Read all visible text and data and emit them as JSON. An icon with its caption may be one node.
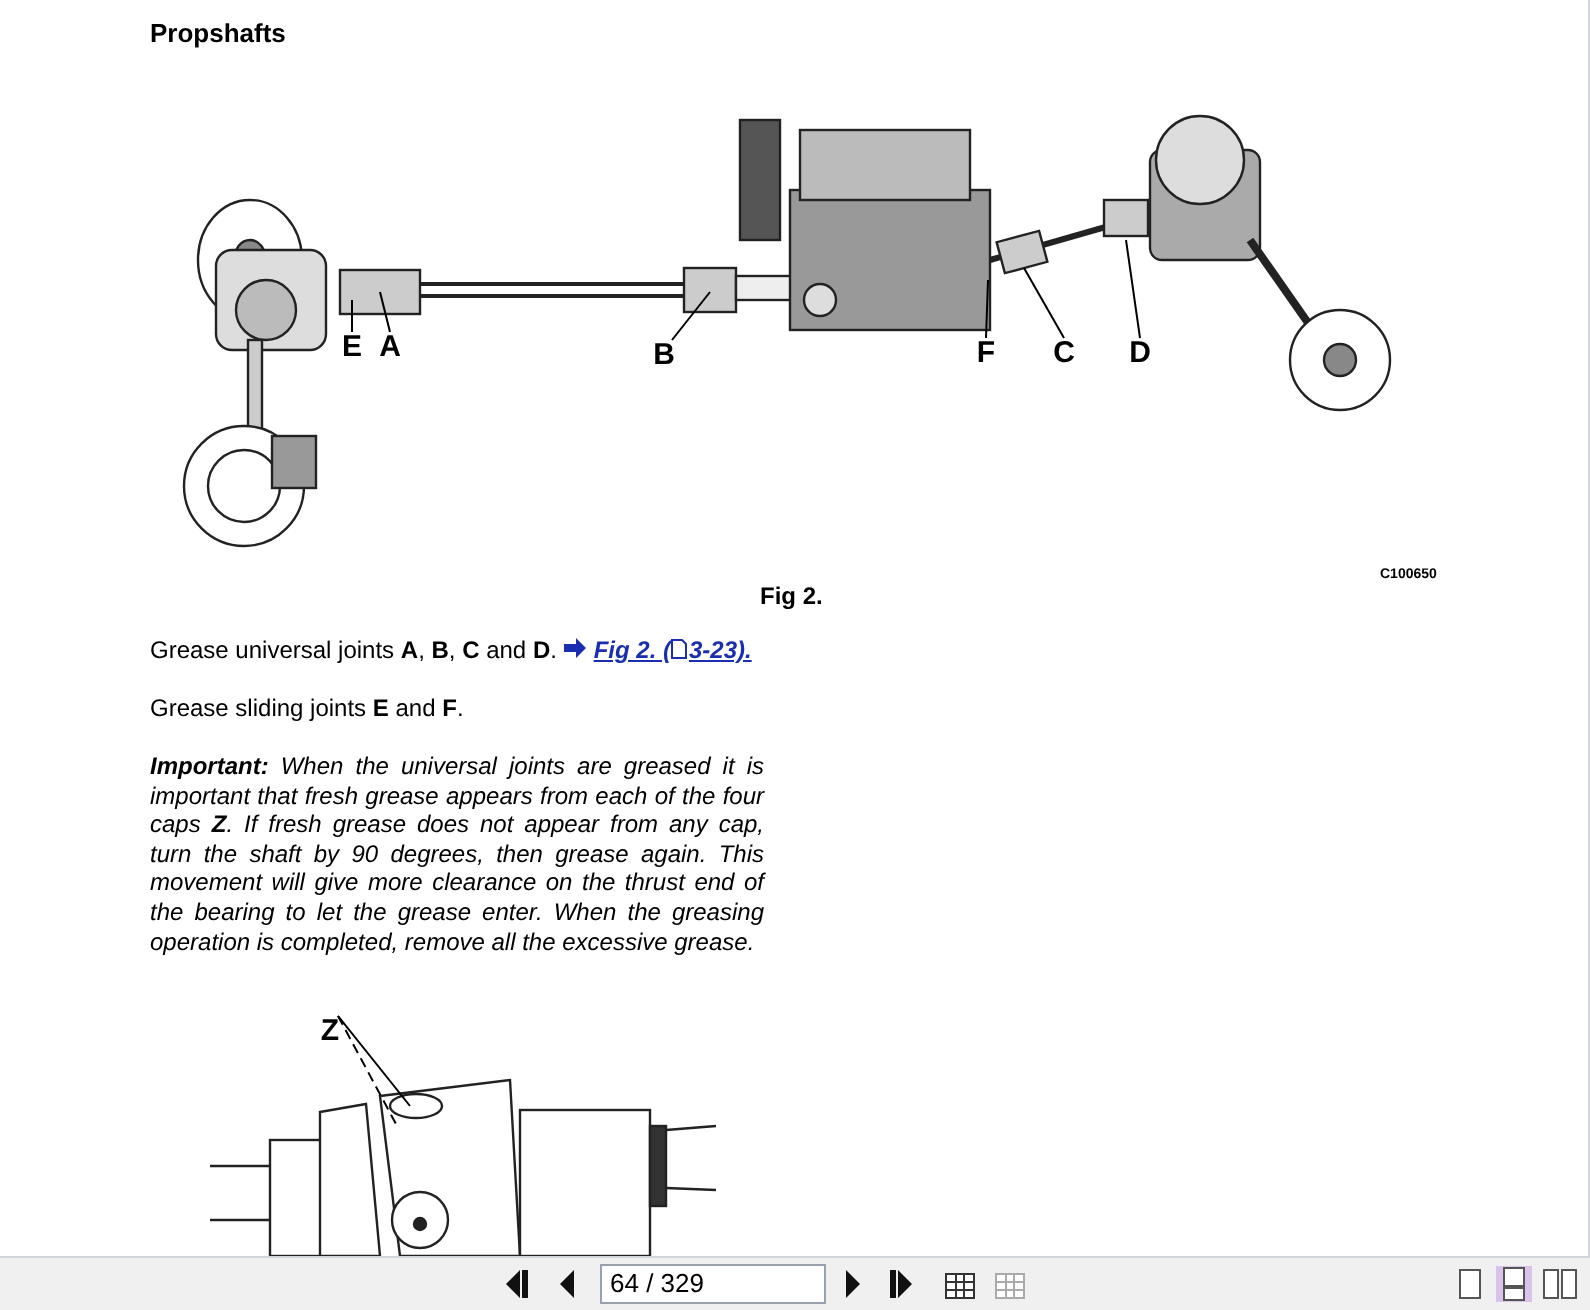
{
  "diagram": {
    "title": "Propshafts",
    "caption": "Fig 2.",
    "nodes": [
      {
        "text": [
          "E"
        ]
      },
      {
        "text": [
          "A"
        ]
      },
      {
        "text": [
          "B"
        ]
      },
      {
        "text": [
          "F"
        ]
      },
      {
        "text": [
          "C"
        ]
      },
      {
        "text": [
          "D"
        ]
      },
      {
        "text": [
          "Z"
        ]
      }
    ],
    "edges": [
      {
        "from": 0,
        "to": null,
        "arrow": "none"
      },
      {
        "from": 1,
        "to": null,
        "arrow": "none"
      },
      {
        "from": 2,
        "to": null,
        "arrow": "none"
      },
      {
        "from": 3,
        "to": null,
        "arrow": "none"
      },
      {
        "from": 4,
        "to": null,
        "arrow": "none"
      },
      {
        "from": 5,
        "to": null,
        "arrow": "none"
      },
      {
        "from": 6,
        "to": null,
        "arrow": "none"
      },
      {
        "from": 6,
        "to": null,
        "arrow": "none",
        "style": "dashed"
      }
    ],
    "labels": [
      "C100650",
      "Grease universal joints **A**, **B**, **C** and **D**.",
      "Fig 2. (",
      "3-23).",
      "Grease sliding joints **E** and **F**.",
      "**Important:** When the universal joints are greased it is important that fresh grease appears from each of the four caps **Z**. If fresh grease does not appear from any cap, turn the shaft by 90 degrees, then grease again. This movement will give more clearance on the thrust end of the bearing to let the grease enter. When the greasing operation is completed, remove all the excessive grease.",
      "64 / 329"
    ]
  }
}
